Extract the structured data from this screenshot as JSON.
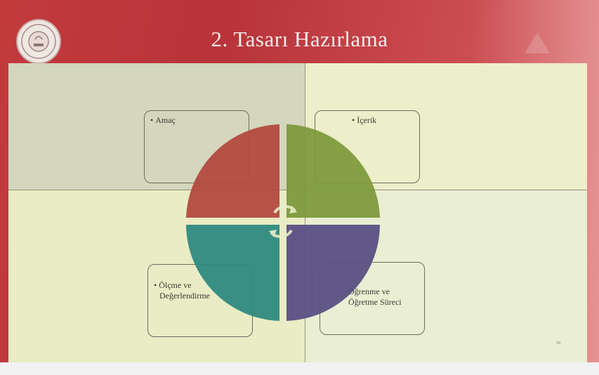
{
  "slide": {
    "title": "2. Tasarı Hazırlama",
    "page_number": "18"
  },
  "logo": {
    "name": "ministry-seal-logo"
  },
  "boxes": {
    "amac": "Amaç",
    "icerik": "İçerik",
    "olcme_line1": "Ölçme ve",
    "olcme_line2": "Değerlendirme",
    "ogrenme_line1": "Öğrenme ve",
    "ogrenme_line2": "Öğretme Süreci"
  },
  "colors": {
    "frame": "#c23a3c",
    "quadrant_red": "#b34a3f",
    "quadrant_green": "#7e9a3d",
    "quadrant_purple": "#5a4f84",
    "quadrant_teal": "#2f8a80"
  },
  "icons": {
    "cycle": "refresh-cycle-icon"
  }
}
